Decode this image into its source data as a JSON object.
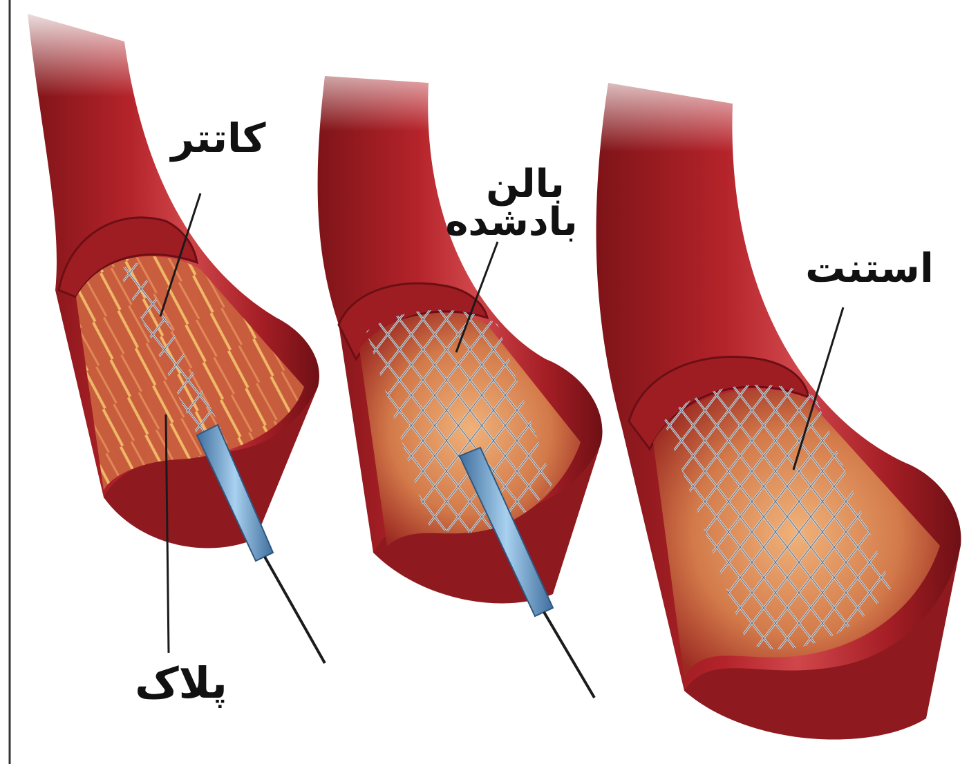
{
  "labels": {
    "catheter": "کاتتر",
    "plaque": "پلاک",
    "balloon_line1": "بالن",
    "balloon_line2": "بادشده",
    "stent": "استنت"
  },
  "colors": {
    "vessel_outer": "#b4232a",
    "vessel_dark": "#7e1418",
    "vessel_highlight": "#e8a0a0",
    "lumen_inner": "#d98a5a",
    "mesh": "#c9ced6",
    "catheter": "#7fb0d8",
    "text": "#111111",
    "background": "#ffffff"
  }
}
